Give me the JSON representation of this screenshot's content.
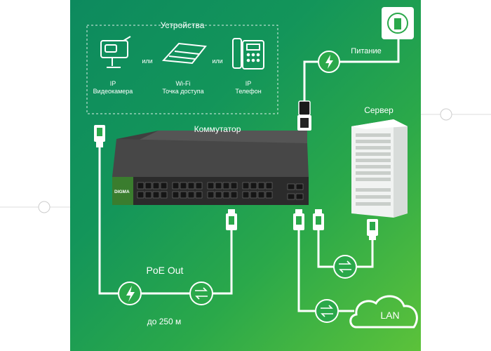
{
  "devices": {
    "title": "Устройства",
    "camera": {
      "line1": "IP",
      "line2": "Видеокамера"
    },
    "or1": "или",
    "ap": {
      "line1": "Wi-Fi",
      "line2": "Точка доступа"
    },
    "or2": "или",
    "phone": {
      "line1": "IP",
      "line2": "Телефон"
    }
  },
  "switch": {
    "label": "Коммутатор",
    "brand": "DIGMA",
    "icon": "network-switch"
  },
  "power": {
    "label": "Питание",
    "icon": "lightning-bolt"
  },
  "server": {
    "label": "Сервер",
    "icon": "server-rack"
  },
  "poe": {
    "label": "PoE Out",
    "distance": "до 250 м",
    "icon": "lightning-bolt"
  },
  "lan": {
    "label": "LAN",
    "icon": "cloud"
  },
  "colors": {
    "accent": "#2aa84a",
    "bg_dark": "#0d8a5e",
    "bg_light": "#5cc23a",
    "line": "#ffffff"
  }
}
